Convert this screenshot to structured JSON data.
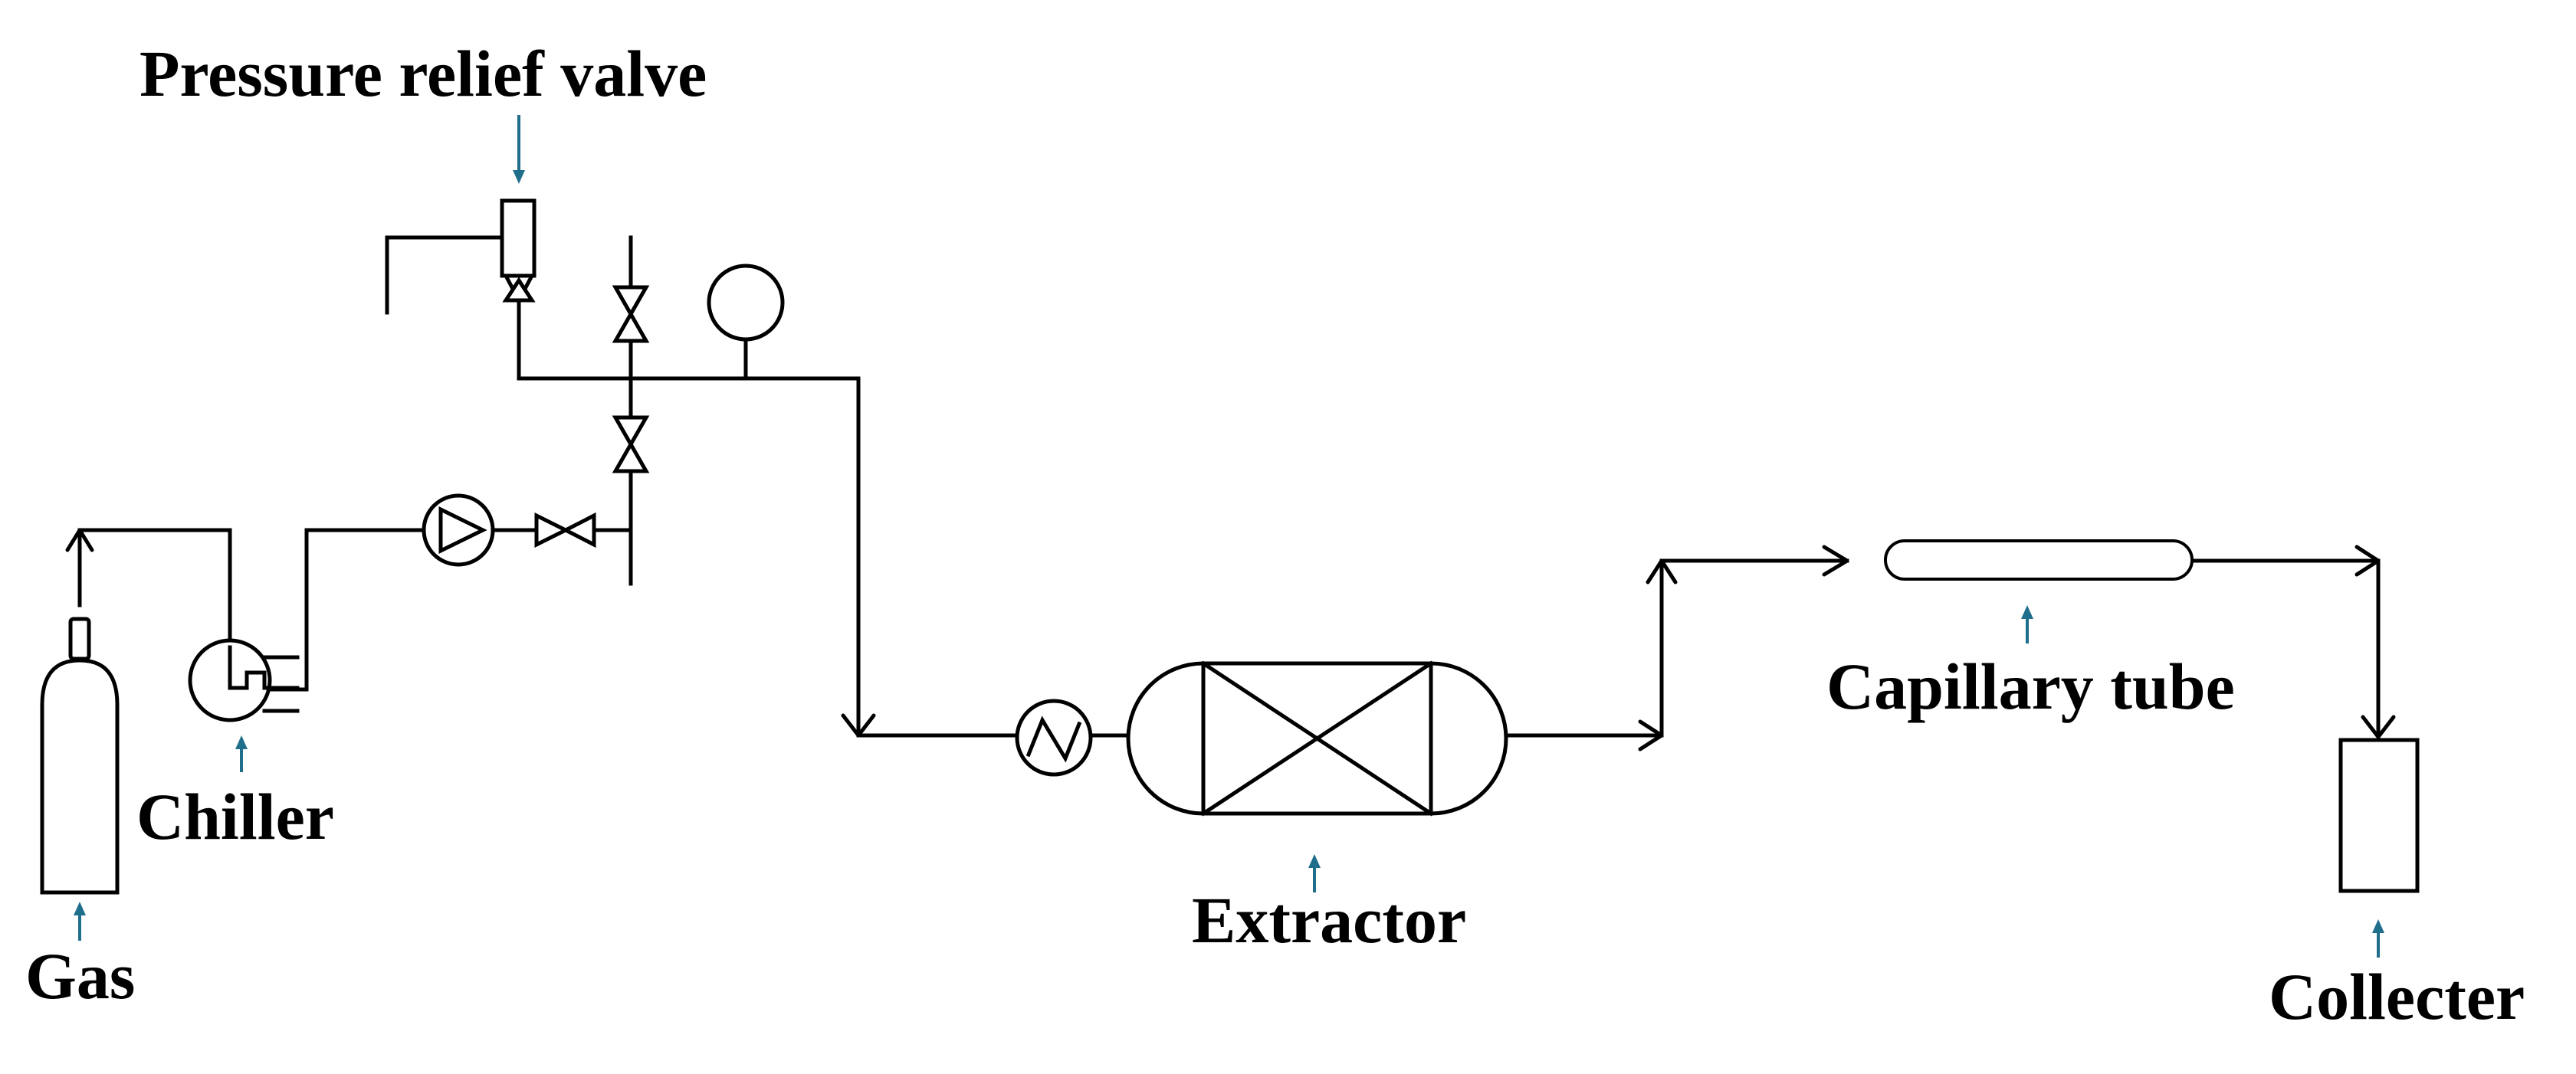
{
  "labels": {
    "pressure_relief_valve": "Pressure relief valve",
    "chiller": "Chiller",
    "gas": "Gas",
    "extractor": "Extractor",
    "capillary_tube": "Capillary tube",
    "collecter": "Collecter"
  },
  "colors": {
    "line": "#000000",
    "pointer": "#1f6e8c",
    "background": "#ffffff"
  }
}
